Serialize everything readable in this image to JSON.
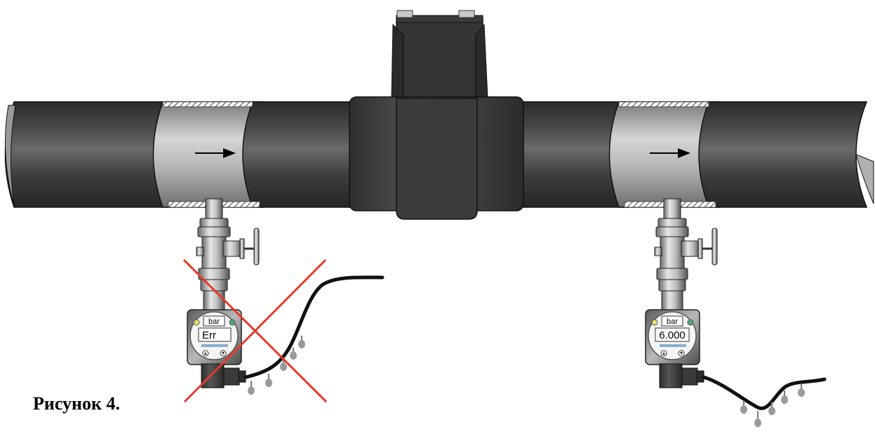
{
  "figure": {
    "caption": "Рисунок 4."
  },
  "sensor_left": {
    "unit": "bar",
    "display": "Err",
    "status": "incorrect"
  },
  "sensor_right": {
    "unit": "bar",
    "display": "6.000",
    "status": "correct"
  },
  "colors": {
    "pipe_dark": "#3a3a3a",
    "pipe_mid": "#6e6e6e",
    "pipe_light": "#bdbdbd",
    "cross": "#e53a2b",
    "drops": "#9a9a9a",
    "led_yellow": "#e9e06a",
    "led_green": "#4aaa7a"
  },
  "icons": [
    "flow-arrow-icon",
    "cross-mark-icon",
    "water-drop-icon",
    "up-button-icon",
    "down-button-icon"
  ]
}
